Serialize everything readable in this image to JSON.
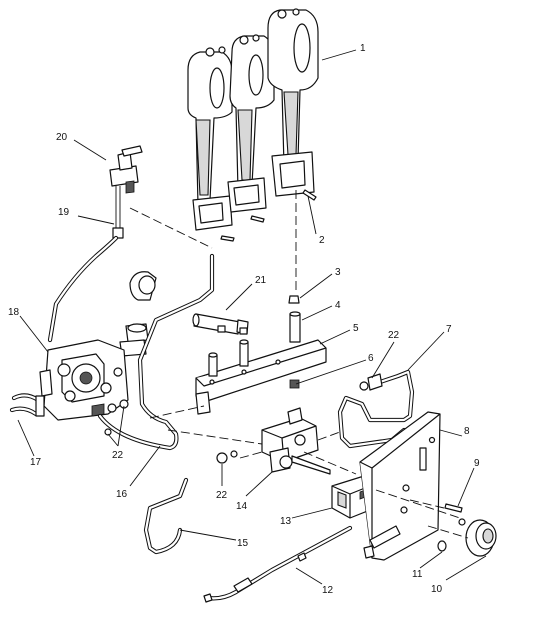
{
  "callouts": [
    "1",
    "2",
    "3",
    "4",
    "5",
    "6",
    "7",
    "8",
    "9",
    "10",
    "11",
    "12",
    "13",
    "14",
    "15",
    "16",
    "17",
    "18",
    "19",
    "20",
    "21",
    "22",
    "22",
    "22",
    "22"
  ]
}
